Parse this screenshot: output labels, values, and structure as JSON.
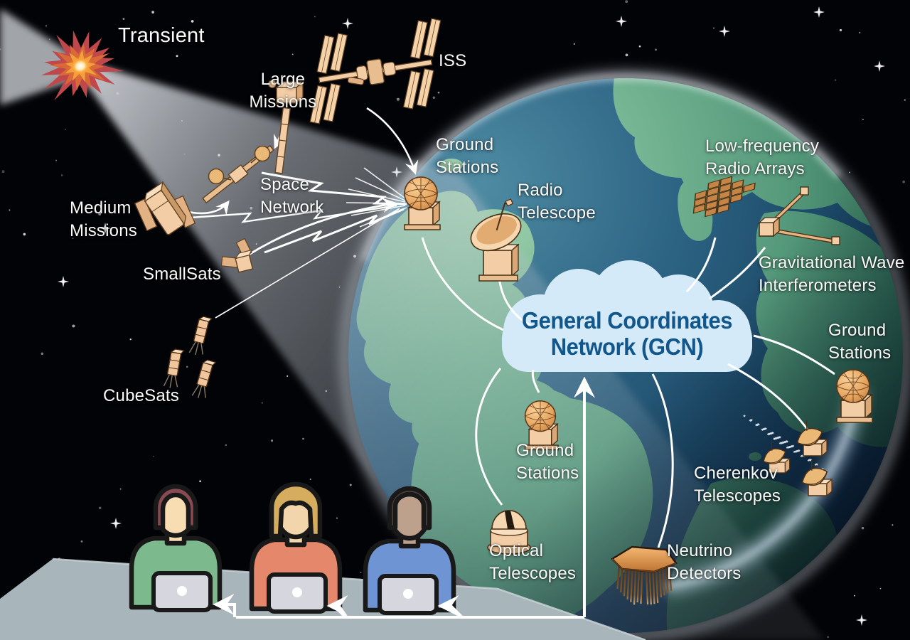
{
  "labels": {
    "transient": "Transient",
    "large_missions": "Large\nMissions",
    "iss": "ISS",
    "space_network": "Space\nNetwork",
    "medium_missions": "Medium\nMissions",
    "smallsats": "SmallSats",
    "cubesats": "CubeSats",
    "ground_stations_top": "Ground\nStations",
    "radio_telescope": "Radio\nTelescope",
    "low_frequency_radio_arrays": "Low-frequency\nRadio Arrays",
    "gravitational_wave_interferometers": "Gravitational Wave\nInterferometers",
    "ground_stations_right": "Ground\nStations",
    "gcn": "General Coordinates\nNetwork (GCN)",
    "ground_stations_bottom": "Ground\nStations",
    "cherenkov_telescopes": "Cherenkov\nTelescopes",
    "optical_telescopes": "Optical\nTelescopes",
    "neutrino_detectors": "Neutrino\nDetectors"
  },
  "colors": {
    "land": "#6fb08e",
    "ocean": "#1d4a68",
    "cloud_fill": "#d4eaf8",
    "gcn_text": "#12578b",
    "instrument_tan": "#f3cda5",
    "line_white": "#ffffff"
  }
}
